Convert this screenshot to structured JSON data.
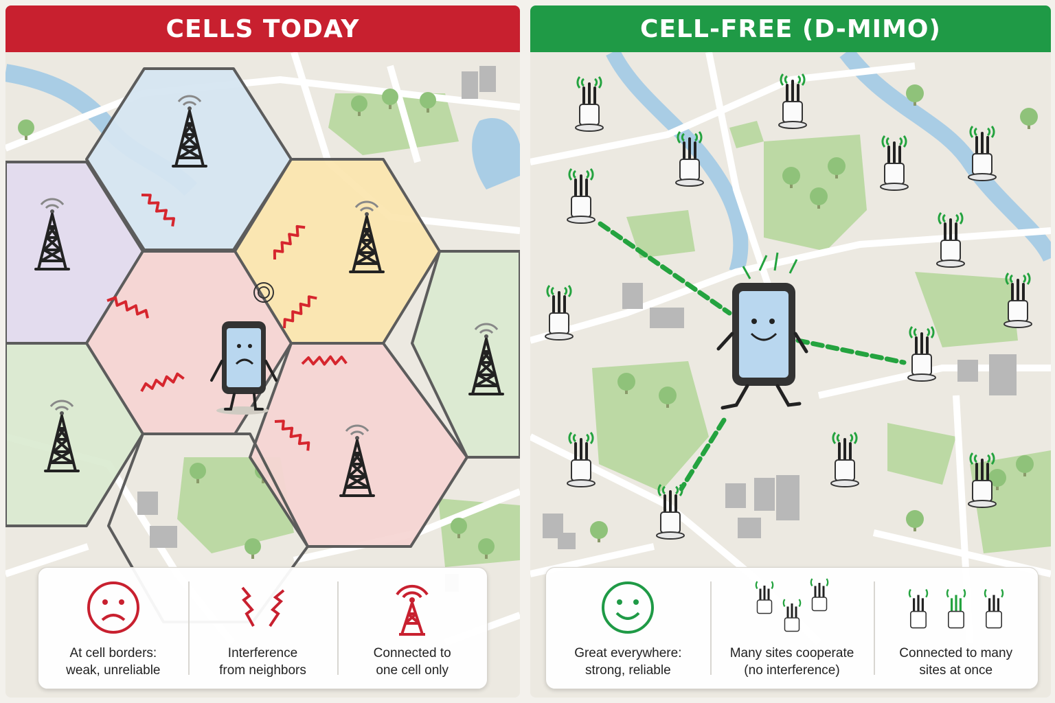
{
  "left_panel": {
    "title": "CELLS TODAY",
    "accent_color": "#c8202f",
    "legend": [
      {
        "icon": "sad-face-icon",
        "line1": "At cell borders:",
        "line2": "weak, unreliable"
      },
      {
        "icon": "interference-icon",
        "line1": "Interference",
        "line2": "from neighbors"
      },
      {
        "icon": "single-tower-icon",
        "line1": "Connected to",
        "line2": "one cell only"
      }
    ]
  },
  "right_panel": {
    "title": "CELL-FREE (D-MIMO)",
    "accent_color": "#1f9a46",
    "legend": [
      {
        "icon": "happy-face-icon",
        "line1": "Great everywhere:",
        "line2": "strong, reliable"
      },
      {
        "icon": "cooperating-sites-icon",
        "line1": "Many sites cooperate",
        "line2": "(no interference)"
      },
      {
        "icon": "multi-connection-icon",
        "line1": "Connected to many",
        "line2": "sites at once"
      }
    ]
  },
  "colors": {
    "cell_blue": "#d6e6f2",
    "cell_purple": "#e3dcef",
    "cell_yellow": "#fbe6b0",
    "cell_green": "#dcebd2",
    "cell_pink": "#f6d6d4",
    "water": "#a9cde5",
    "park": "#bcd9a4",
    "road": "#ffffff",
    "link_green": "#24a33f"
  }
}
